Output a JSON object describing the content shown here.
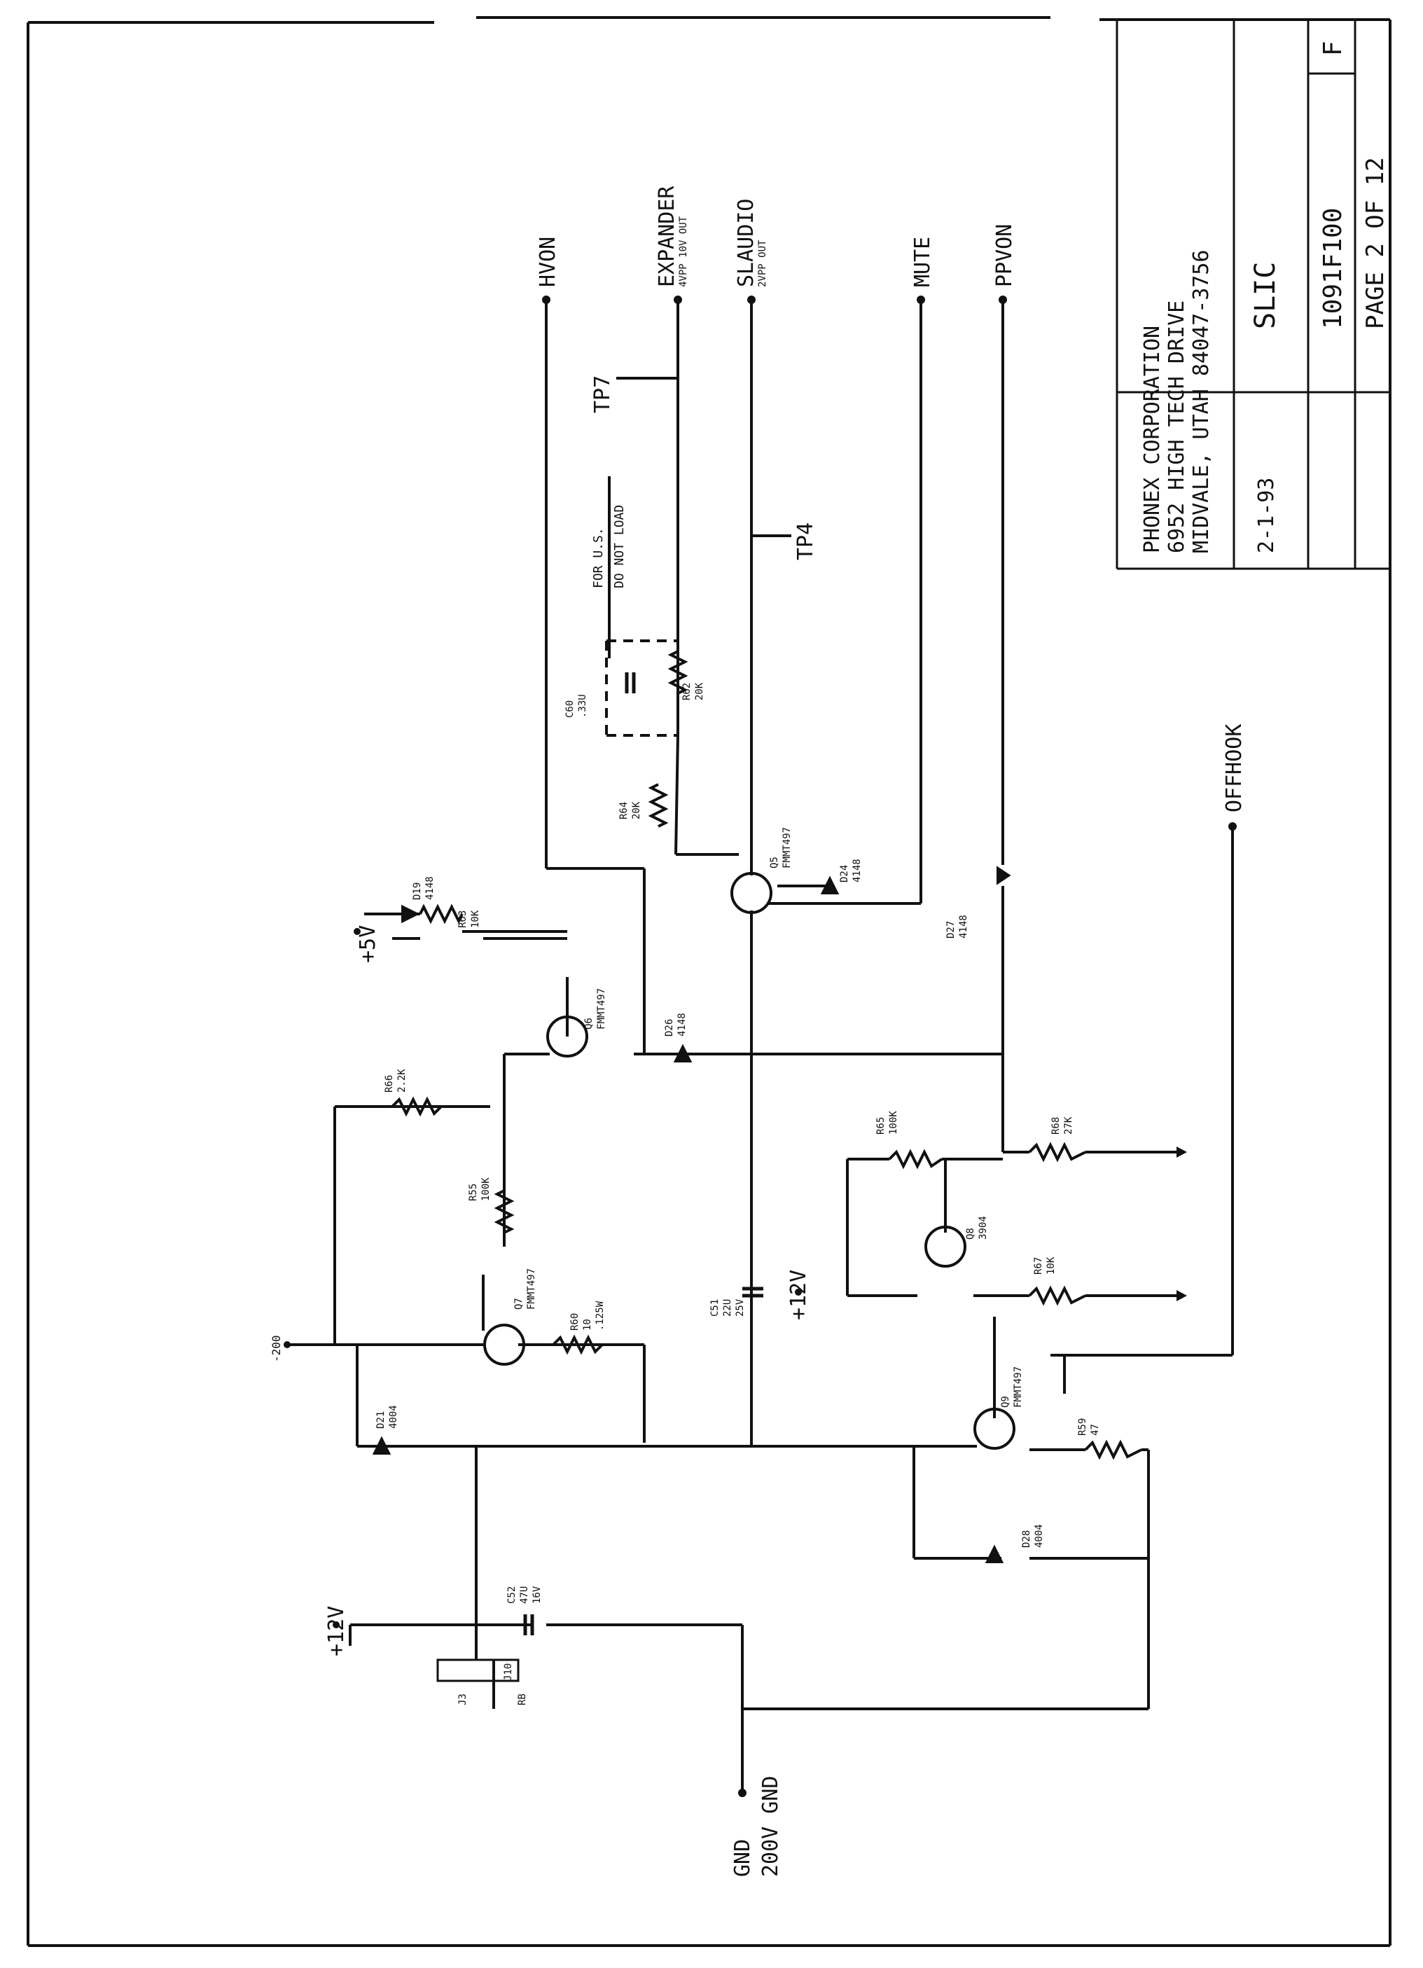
{
  "title_block": {
    "company": "PHONEX CORPORATION",
    "address": "6952 HIGH TECH DRIVE",
    "city": "MIDVALE,  UTAH  84047-3756",
    "date": "2-1-93",
    "title": "SLIC",
    "drawing_number": "1091F100",
    "revision": "F",
    "page": "PAGE  2  OF  12"
  },
  "signals": {
    "hvon": "HVON",
    "expander": "EXPANDER",
    "expander_note": "4VPP 10V OUT",
    "slaudio": "SLAUDIO",
    "slaudio_note": "2VPP OUT",
    "mute": "MUTE",
    "ppvon": "PPVON",
    "offhook": "OFFHOOK",
    "gnd": "GND",
    "gnd200": "200V GND",
    "plus5v": "+5V",
    "plus12v_top": "+12V",
    "plus12v_bottom": "+12V",
    "minus200": "-200"
  },
  "test_points": {
    "tp7": "TP7",
    "tp4": "TP4"
  },
  "notes": {
    "for_us": "FOR U.S.",
    "do_not_load": "DO NOT LOAD"
  },
  "parts": {
    "c60": {
      "ref": "C60",
      "value": ".33U"
    },
    "r62": {
      "ref": "R62",
      "value": "20K"
    },
    "r64": {
      "ref": "R64",
      "value": "20K"
    },
    "q5": {
      "ref": "Q5",
      "value": "FMMT497"
    },
    "d24": {
      "ref": "D24",
      "value": "4148"
    },
    "d27": {
      "ref": "D27",
      "value": "4148"
    },
    "d19": {
      "ref": "D19",
      "value": "4148"
    },
    "r63": {
      "ref": "R63",
      "value": "10K"
    },
    "q6": {
      "ref": "Q6",
      "value": "FMMT497"
    },
    "d26": {
      "ref": "D26",
      "value": "4148"
    },
    "r65": {
      "ref": "R65",
      "value": "100K"
    },
    "r68": {
      "ref": "R68",
      "value": "27K"
    },
    "q8": {
      "ref": "Q8",
      "value": "3904"
    },
    "r67": {
      "ref": "R67",
      "value": "10K"
    },
    "r66": {
      "ref": "R66",
      "value": "2.2K"
    },
    "r55": {
      "ref": "R55",
      "value": "100K"
    },
    "q7": {
      "ref": "Q7",
      "value": "FMMT497"
    },
    "r60": {
      "ref": "R60",
      "value": "10",
      "value2": ".125W"
    },
    "c51": {
      "ref": "C51",
      "value": "22U",
      "value2": "25V"
    },
    "q9": {
      "ref": "Q9",
      "value": "FMMT497"
    },
    "r59": {
      "ref": "R59",
      "value": "47"
    },
    "d21": {
      "ref": "D21",
      "value": "4004"
    },
    "d28": {
      "ref": "D28",
      "value": "4004"
    },
    "c52": {
      "ref": "C52",
      "value": "47U",
      "value2": "16V"
    },
    "j3": {
      "ref": "J3"
    },
    "j10": {
      "ref": "J10",
      "value": "RB"
    }
  }
}
